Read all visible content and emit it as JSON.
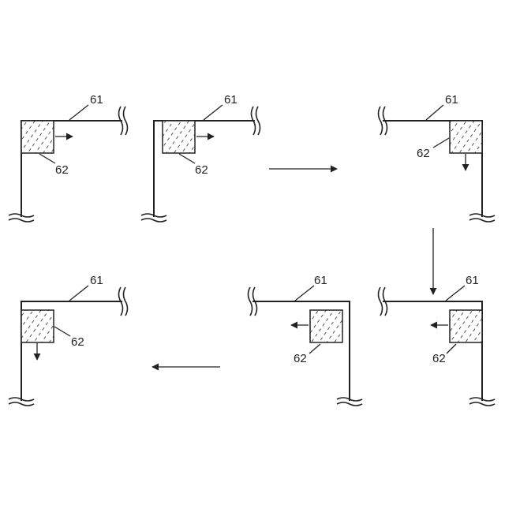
{
  "labels": {
    "rail": "61",
    "block": "62"
  },
  "colors": {
    "stroke": "#222222",
    "hatch": "#555555",
    "background": "#ffffff"
  },
  "frames": [
    {
      "step": 1,
      "corner": "top-left",
      "block_motion": "right"
    },
    {
      "step": 2,
      "corner": "top-left",
      "block_motion": "right"
    },
    {
      "step": 3,
      "corner": "top-right",
      "block_motion": "down"
    },
    {
      "step": 4,
      "corner": "top-right",
      "block_motion": "left"
    },
    {
      "step": 5,
      "corner": "top-right",
      "block_motion": "left"
    },
    {
      "step": 6,
      "corner": "top-left",
      "block_motion": "down"
    }
  ],
  "transitions": [
    {
      "from": 2,
      "to": 3,
      "direction": "right"
    },
    {
      "from": 3,
      "to": 4,
      "direction": "down"
    },
    {
      "from": 5,
      "to": 6,
      "direction": "left"
    }
  ]
}
